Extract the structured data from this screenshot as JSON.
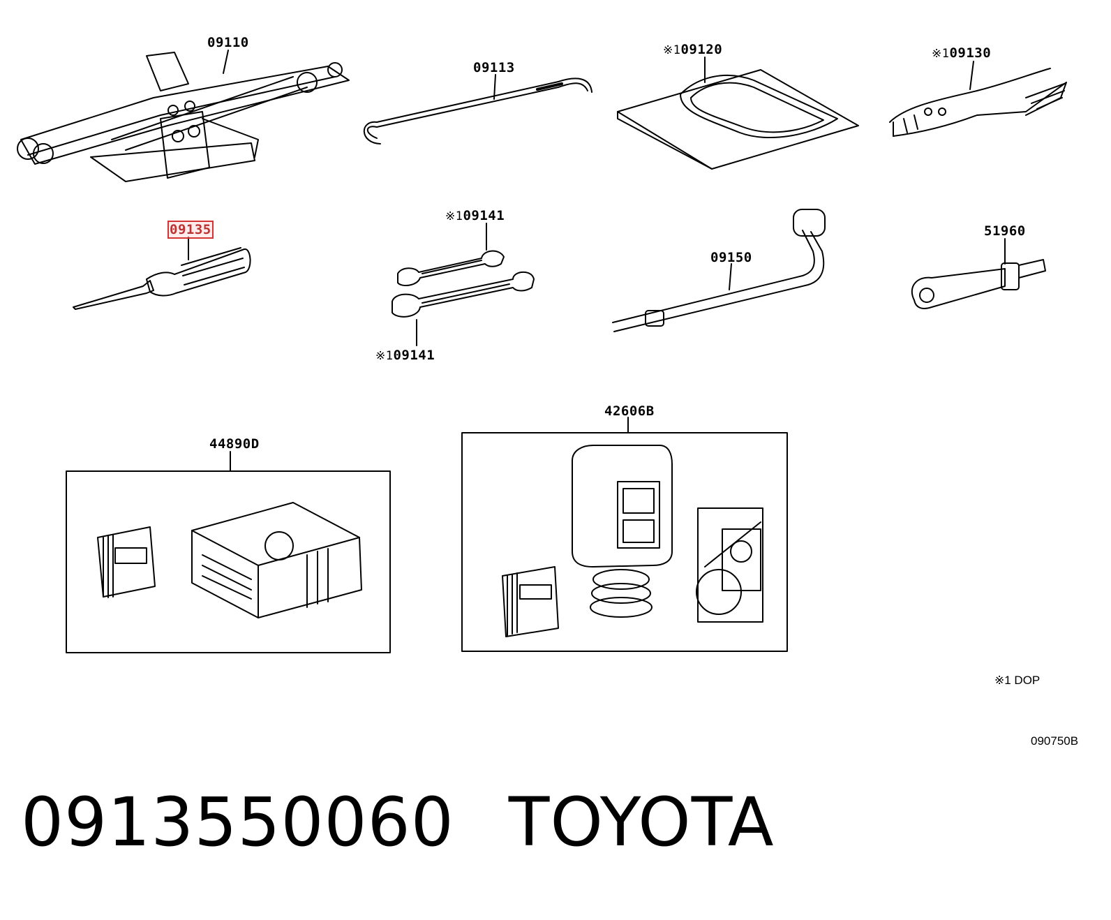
{
  "parts": {
    "jack": "09110",
    "jack_handle": "09113",
    "tool_bag": "09120",
    "pliers": "09130",
    "screwdriver": "09135",
    "wrench_upper": "09141",
    "wrench_lower": "09141",
    "wheel_nut_wrench": "09150",
    "spare_wheel_carrier_bolt": "51960",
    "compressor_kit": "44890D",
    "sealant_kit": "42606B"
  },
  "marker": "※1",
  "notes": {
    "dop": "※1 DOP",
    "figure_ref": "090750B"
  },
  "caption": {
    "part_number": "0913550060",
    "brand": "TOYOTA"
  },
  "highlight_color": "#d33333"
}
